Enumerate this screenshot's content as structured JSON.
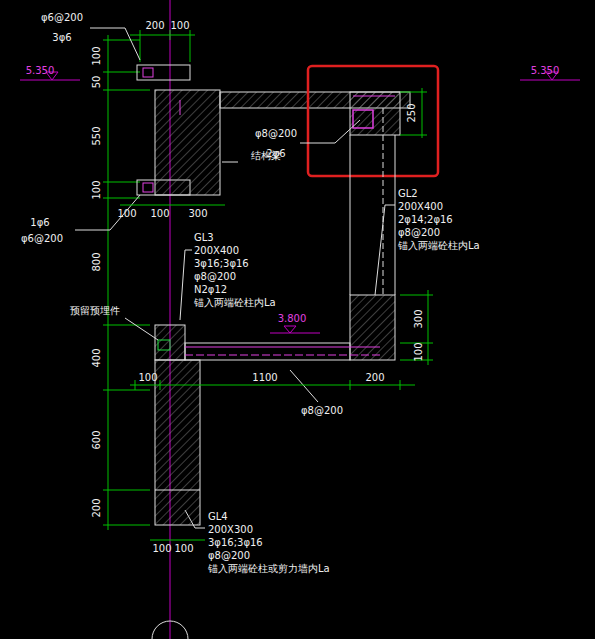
{
  "diagram": {
    "labels": [
      "φ6@200",
      "3φ6",
      "200",
      "100",
      "5.350",
      "5.350",
      "100",
      "50",
      "550",
      "100",
      "φ8@200",
      "2φ6",
      "250",
      "结构梁",
      "1φ6",
      "φ6@200",
      "100",
      "100",
      "300",
      "GL3",
      "200X400",
      "3φ16;3φ16",
      "φ8@200",
      "N2φ12",
      "锚入两端砼柱内La",
      "GL2",
      "200X400",
      "2φ14;2φ16",
      "φ8@200",
      "锚入两端砼柱内La",
      "800",
      "预留预埋件",
      "3.800",
      "300",
      "100",
      "400",
      "100",
      "1100",
      "200",
      "φ8@200",
      "600",
      "200",
      "100",
      "100",
      "GL4",
      "200X300",
      "3φ16;3φ16",
      "φ8@200",
      "锚入两端砼柱或剪力墙内La"
    ]
  }
}
